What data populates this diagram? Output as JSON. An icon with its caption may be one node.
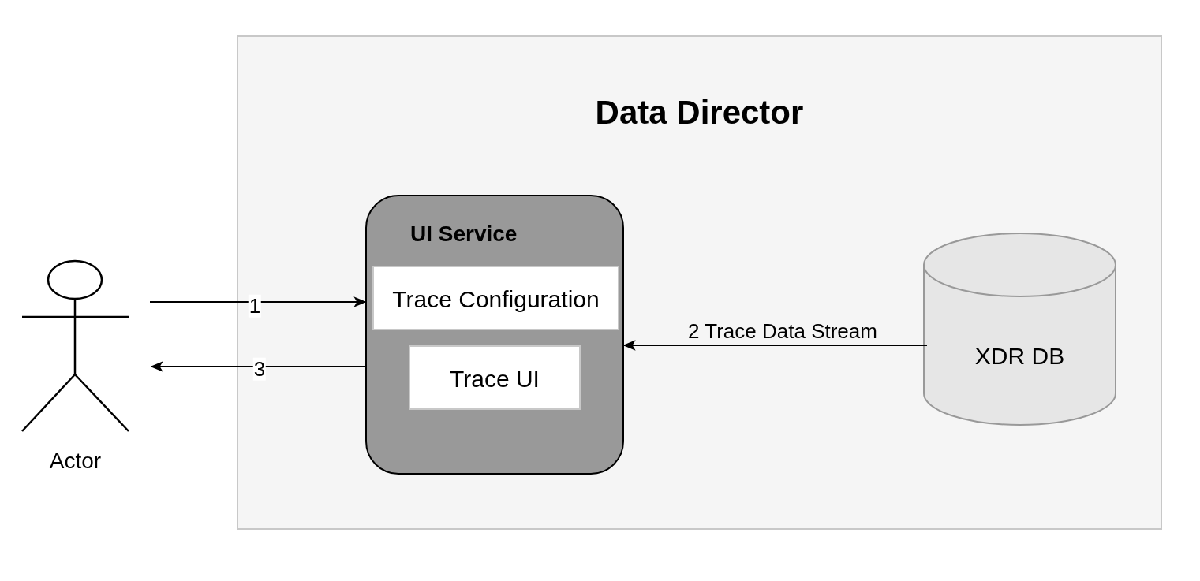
{
  "diagram": {
    "nodes": [
      {
        "text": [
          "Data Director"
        ]
      },
      {
        "text": [],
        "shape": "person",
        "beside": [
          "Actor"
        ]
      },
      {
        "text": [
          "UI Service"
        ],
        "in": 0
      },
      {
        "text": [
          "Trace Configuration"
        ],
        "in": 2
      },
      {
        "text": [
          "Trace UI"
        ],
        "in": 2
      },
      {
        "text": [
          "XDR DB"
        ],
        "in": 0
      }
    ],
    "edges": [
      {
        "from": 1,
        "to": 2,
        "arrow": "to",
        "label": "1"
      },
      {
        "from": 5,
        "to": 2,
        "arrow": "to",
        "label": "2 Trace Data Stream"
      },
      {
        "from": 2,
        "to": 1,
        "arrow": "to",
        "label": "3"
      }
    ]
  }
}
